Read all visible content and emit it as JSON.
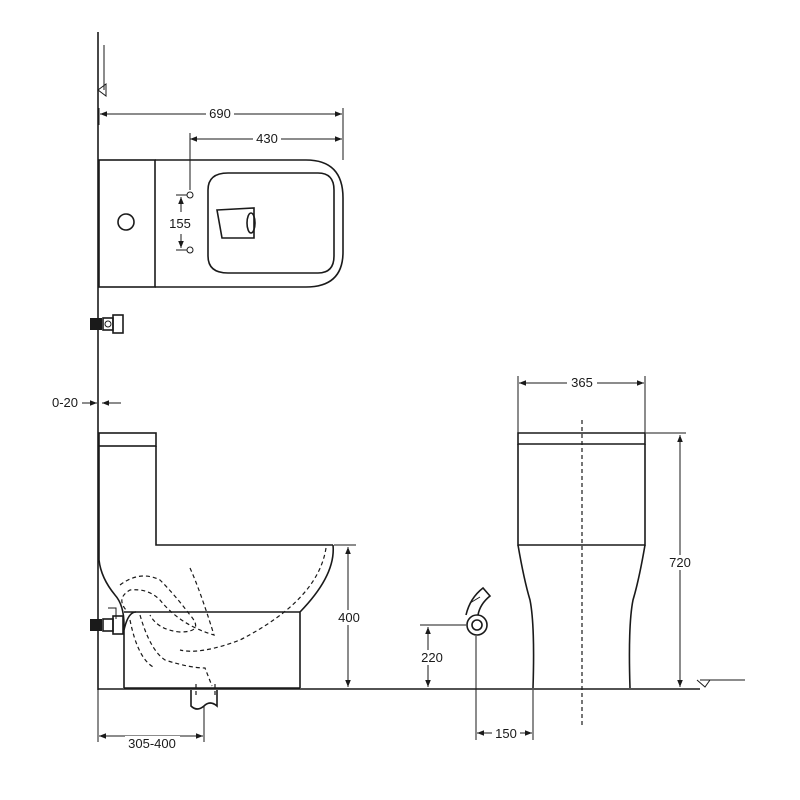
{
  "dimensions": {
    "top_overall_length": "690",
    "top_tank_to_front": "430",
    "top_bolt_spacing": "155",
    "wall_gap": "0-20",
    "seat_height": "400",
    "rough_in": "305-400",
    "front_width": "365",
    "overall_height": "720",
    "water_inlet_height": "220",
    "water_inlet_offset": "150"
  },
  "colors": {
    "line": "#1a1a1a",
    "background": "#ffffff"
  }
}
